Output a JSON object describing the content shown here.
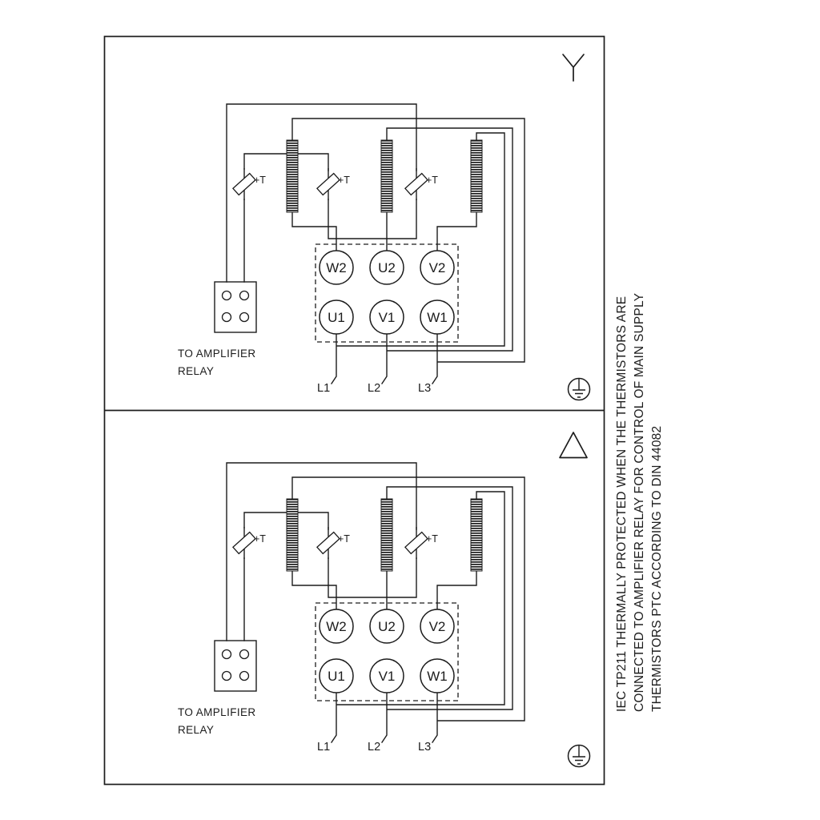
{
  "diagram": {
    "colors": {
      "ink": "#1c1c1c",
      "background": "#ffffff"
    },
    "panels": [
      {
        "name": "star-connection",
        "symbol": "star",
        "terminals_top": [
          "W2",
          "U2",
          "V2"
        ],
        "terminals_bottom": [
          "U1",
          "V1",
          "W1"
        ],
        "supply_lines": [
          "L1",
          "L2",
          "L3"
        ],
        "thermistor_label": "+T",
        "relay_note_line1": "TO AMPLIFIER",
        "relay_note_line2": "RELAY"
      },
      {
        "name": "delta-connection",
        "symbol": "delta",
        "terminals_top": [
          "W2",
          "U2",
          "V2"
        ],
        "terminals_bottom": [
          "U1",
          "V1",
          "W1"
        ],
        "supply_lines": [
          "L1",
          "L2",
          "L3"
        ],
        "thermistor_label": "+T",
        "relay_note_line1": "TO AMPLIFIER",
        "relay_note_line2": "RELAY"
      }
    ],
    "side_note": {
      "line1": "IEC TP211 THERMALLY PROTECTED WHEN THE THERMISTORS ARE",
      "line2": "CONNECTED TO AMPLIFIER RELAY FOR CONTROL OF MAIN SUPPLY",
      "line3": "THERMISTORS PTC ACCORDING TO DIN 44082"
    }
  }
}
